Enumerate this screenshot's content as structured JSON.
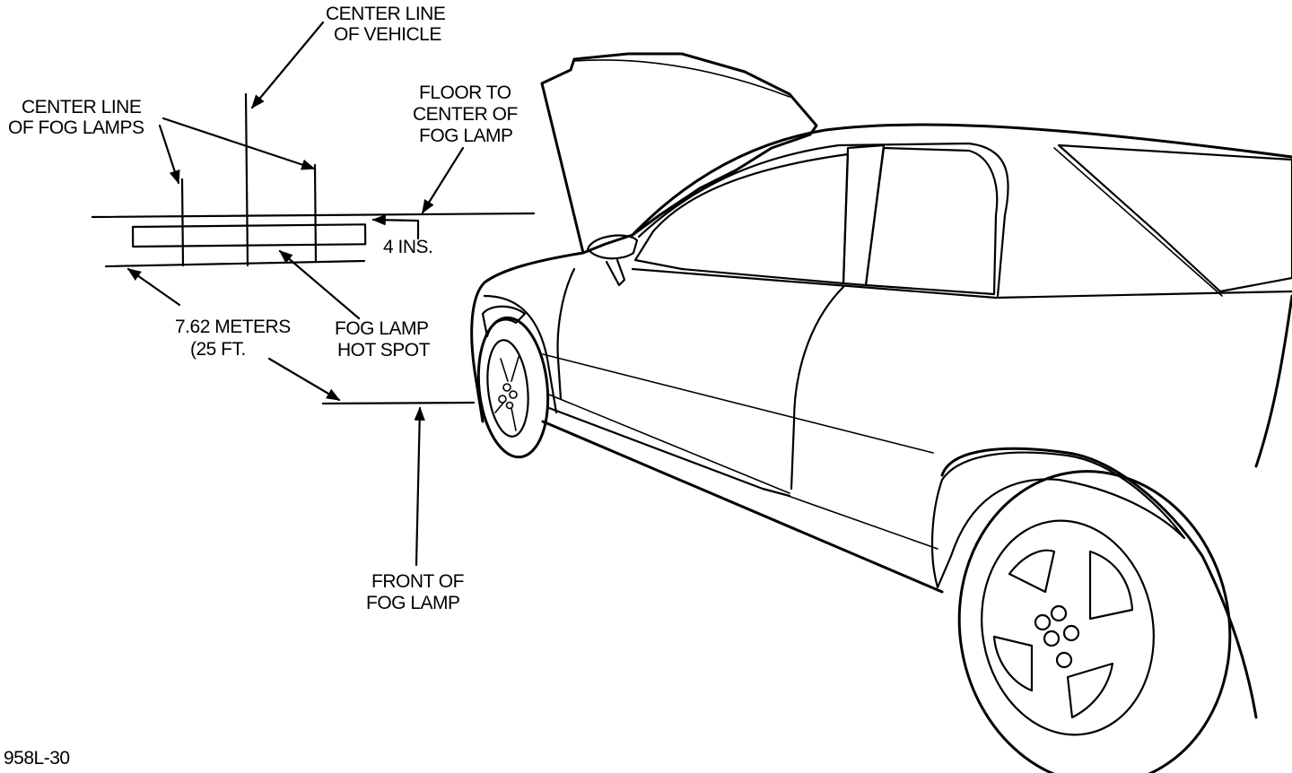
{
  "labels": {
    "center_line_vehicle": [
      "CENTER LINE",
      "OF VEHICLE"
    ],
    "center_line_fog_lamps": [
      "CENTER LINE",
      "OF FOG LAMPS"
    ],
    "floor_to_center": [
      "FLOOR TO",
      "CENTER OF",
      "FOG LAMP"
    ],
    "four_ins": "4 INS.",
    "distance": [
      "7.62 METERS",
      "(25 FT."
    ],
    "hot_spot": [
      "FOG LAMP",
      "HOT SPOT"
    ],
    "front_of_fog_lamp": [
      "FRONT OF",
      "FOG LAMP"
    ],
    "figure_id": "958L-30"
  }
}
